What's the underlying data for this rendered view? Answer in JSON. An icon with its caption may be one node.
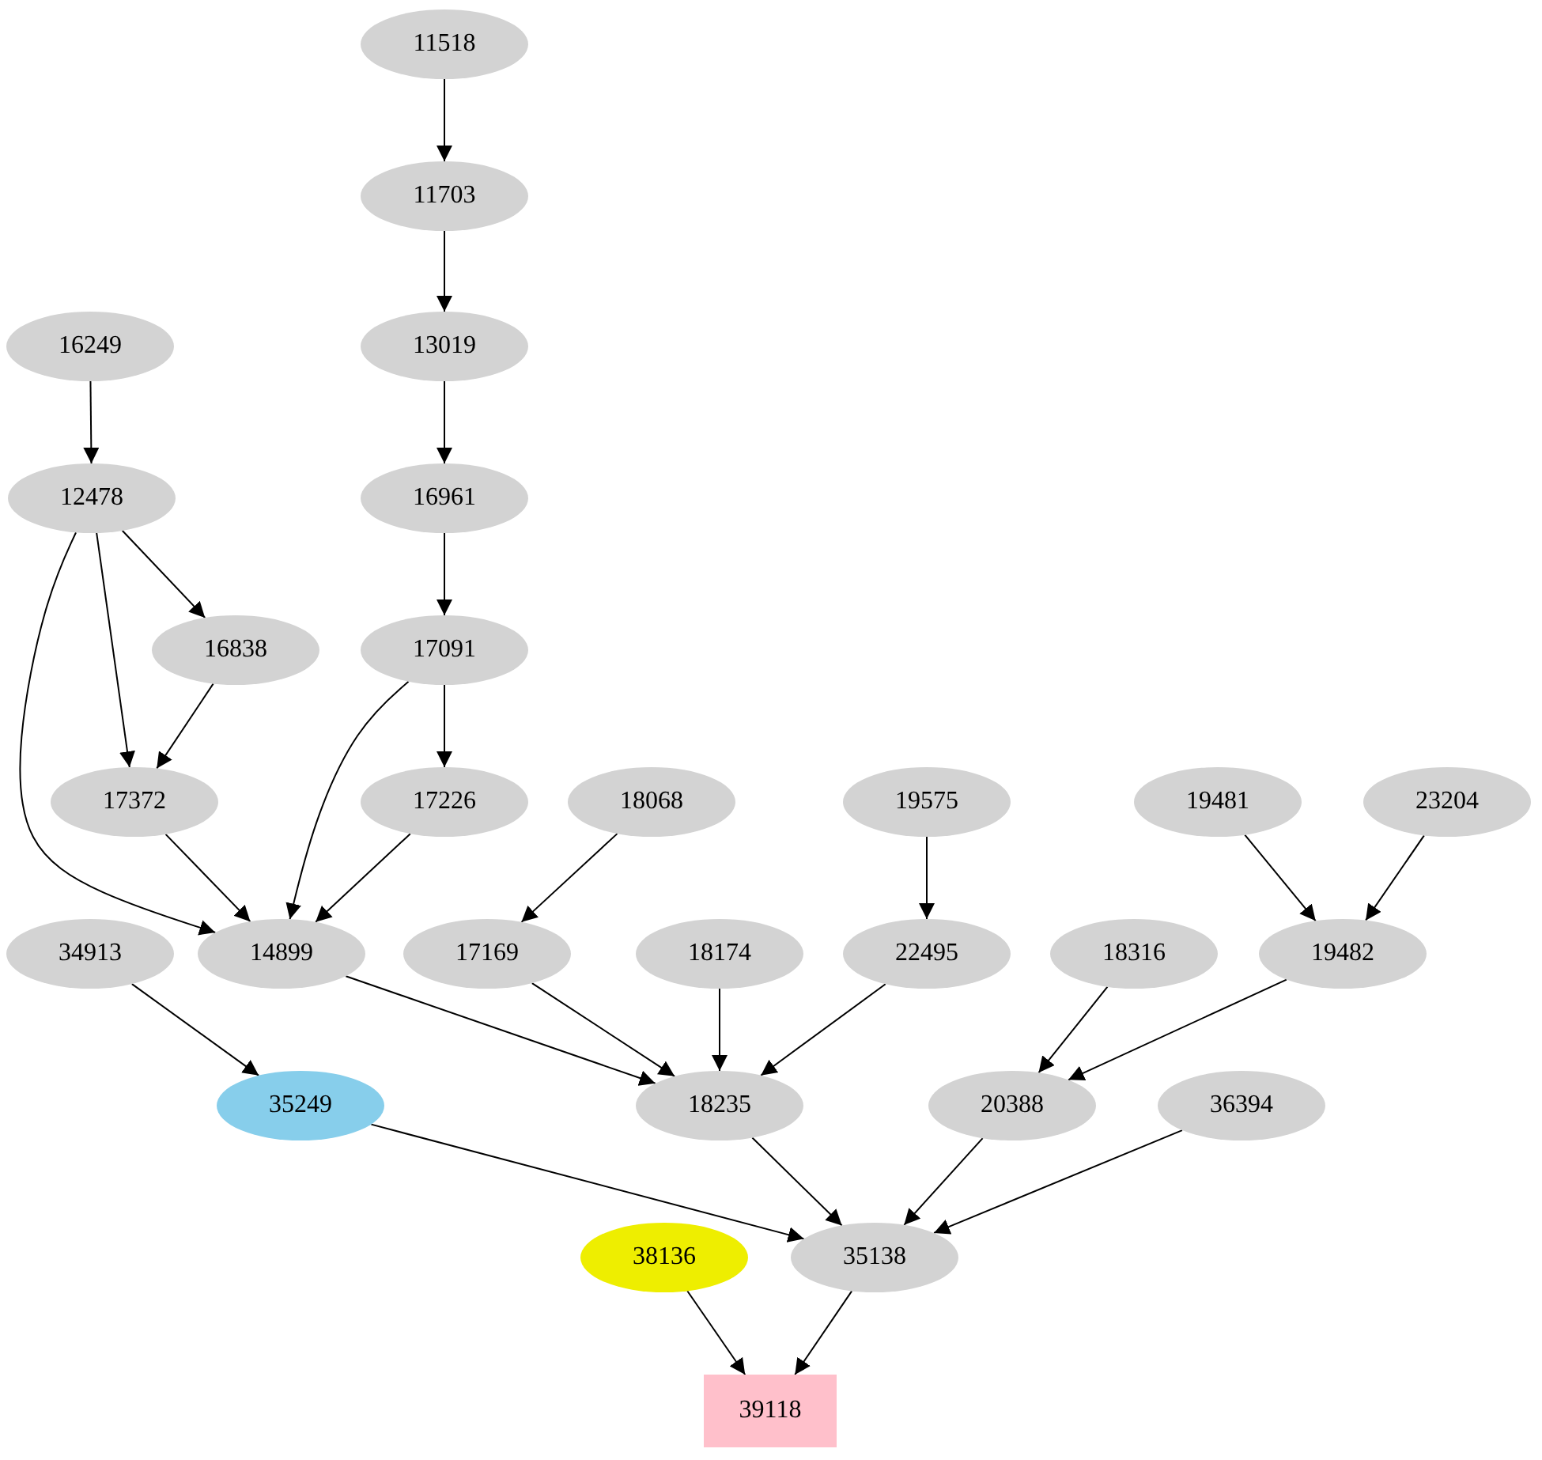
{
  "diagram": {
    "nodes": [
      {
        "text": [
          "11518"
        ]
      },
      {
        "text": [
          "11703"
        ]
      },
      {
        "text": [
          "16249"
        ]
      },
      {
        "text": [
          "13019"
        ]
      },
      {
        "text": [
          "12478"
        ]
      },
      {
        "text": [
          "16961"
        ]
      },
      {
        "text": [
          "16838"
        ]
      },
      {
        "text": [
          "17091"
        ]
      },
      {
        "text": [
          "17372"
        ]
      },
      {
        "text": [
          "17226"
        ]
      },
      {
        "text": [
          "18068"
        ]
      },
      {
        "text": [
          "19575"
        ]
      },
      {
        "text": [
          "19481"
        ]
      },
      {
        "text": [
          "23204"
        ]
      },
      {
        "text": [
          "34913"
        ]
      },
      {
        "text": [
          "14899"
        ]
      },
      {
        "text": [
          "17169"
        ]
      },
      {
        "text": [
          "18174"
        ]
      },
      {
        "text": [
          "22495"
        ]
      },
      {
        "text": [
          "18316"
        ]
      },
      {
        "text": [
          "19482"
        ]
      },
      {
        "text": [
          "35249"
        ]
      },
      {
        "text": [
          "18235"
        ]
      },
      {
        "text": [
          "20388"
        ]
      },
      {
        "text": [
          "36394"
        ]
      },
      {
        "text": [
          "38136"
        ]
      },
      {
        "text": [
          "35138"
        ]
      },
      {
        "text": [
          "39118"
        ]
      }
    ],
    "edges": [
      {
        "from": 0,
        "to": 1,
        "arrow": "to"
      },
      {
        "from": 1,
        "to": 3,
        "arrow": "to"
      },
      {
        "from": 2,
        "to": 4,
        "arrow": "to"
      },
      {
        "from": 3,
        "to": 5,
        "arrow": "to"
      },
      {
        "from": 5,
        "to": 7,
        "arrow": "to"
      },
      {
        "from": 4,
        "to": 6,
        "arrow": "to"
      },
      {
        "from": 4,
        "to": 8,
        "arrow": "to"
      },
      {
        "from": 4,
        "to": 15,
        "arrow": "to"
      },
      {
        "from": 6,
        "to": 8,
        "arrow": "to"
      },
      {
        "from": 7,
        "to": 15,
        "arrow": "to"
      },
      {
        "from": 7,
        "to": 9,
        "arrow": "to"
      },
      {
        "from": 8,
        "to": 15,
        "arrow": "to"
      },
      {
        "from": 9,
        "to": 15,
        "arrow": "to"
      },
      {
        "from": 10,
        "to": 16,
        "arrow": "to"
      },
      {
        "from": 11,
        "to": 18,
        "arrow": "to"
      },
      {
        "from": 12,
        "to": 20,
        "arrow": "to"
      },
      {
        "from": 13,
        "to": 20,
        "arrow": "to"
      },
      {
        "from": 14,
        "to": 21,
        "arrow": "to"
      },
      {
        "from": 15,
        "to": 22,
        "arrow": "to"
      },
      {
        "from": 16,
        "to": 22,
        "arrow": "to"
      },
      {
        "from": 17,
        "to": 22,
        "arrow": "to"
      },
      {
        "from": 18,
        "to": 22,
        "arrow": "to"
      },
      {
        "from": 19,
        "to": 23,
        "arrow": "to"
      },
      {
        "from": 20,
        "to": 23,
        "arrow": "to"
      },
      {
        "from": 21,
        "to": 26,
        "arrow": "to"
      },
      {
        "from": 22,
        "to": 26,
        "arrow": "to"
      },
      {
        "from": 23,
        "to": 26,
        "arrow": "to"
      },
      {
        "from": 24,
        "to": 26,
        "arrow": "to"
      },
      {
        "from": 25,
        "to": 27,
        "arrow": "to"
      },
      {
        "from": 26,
        "to": 27,
        "arrow": "to"
      }
    ]
  }
}
